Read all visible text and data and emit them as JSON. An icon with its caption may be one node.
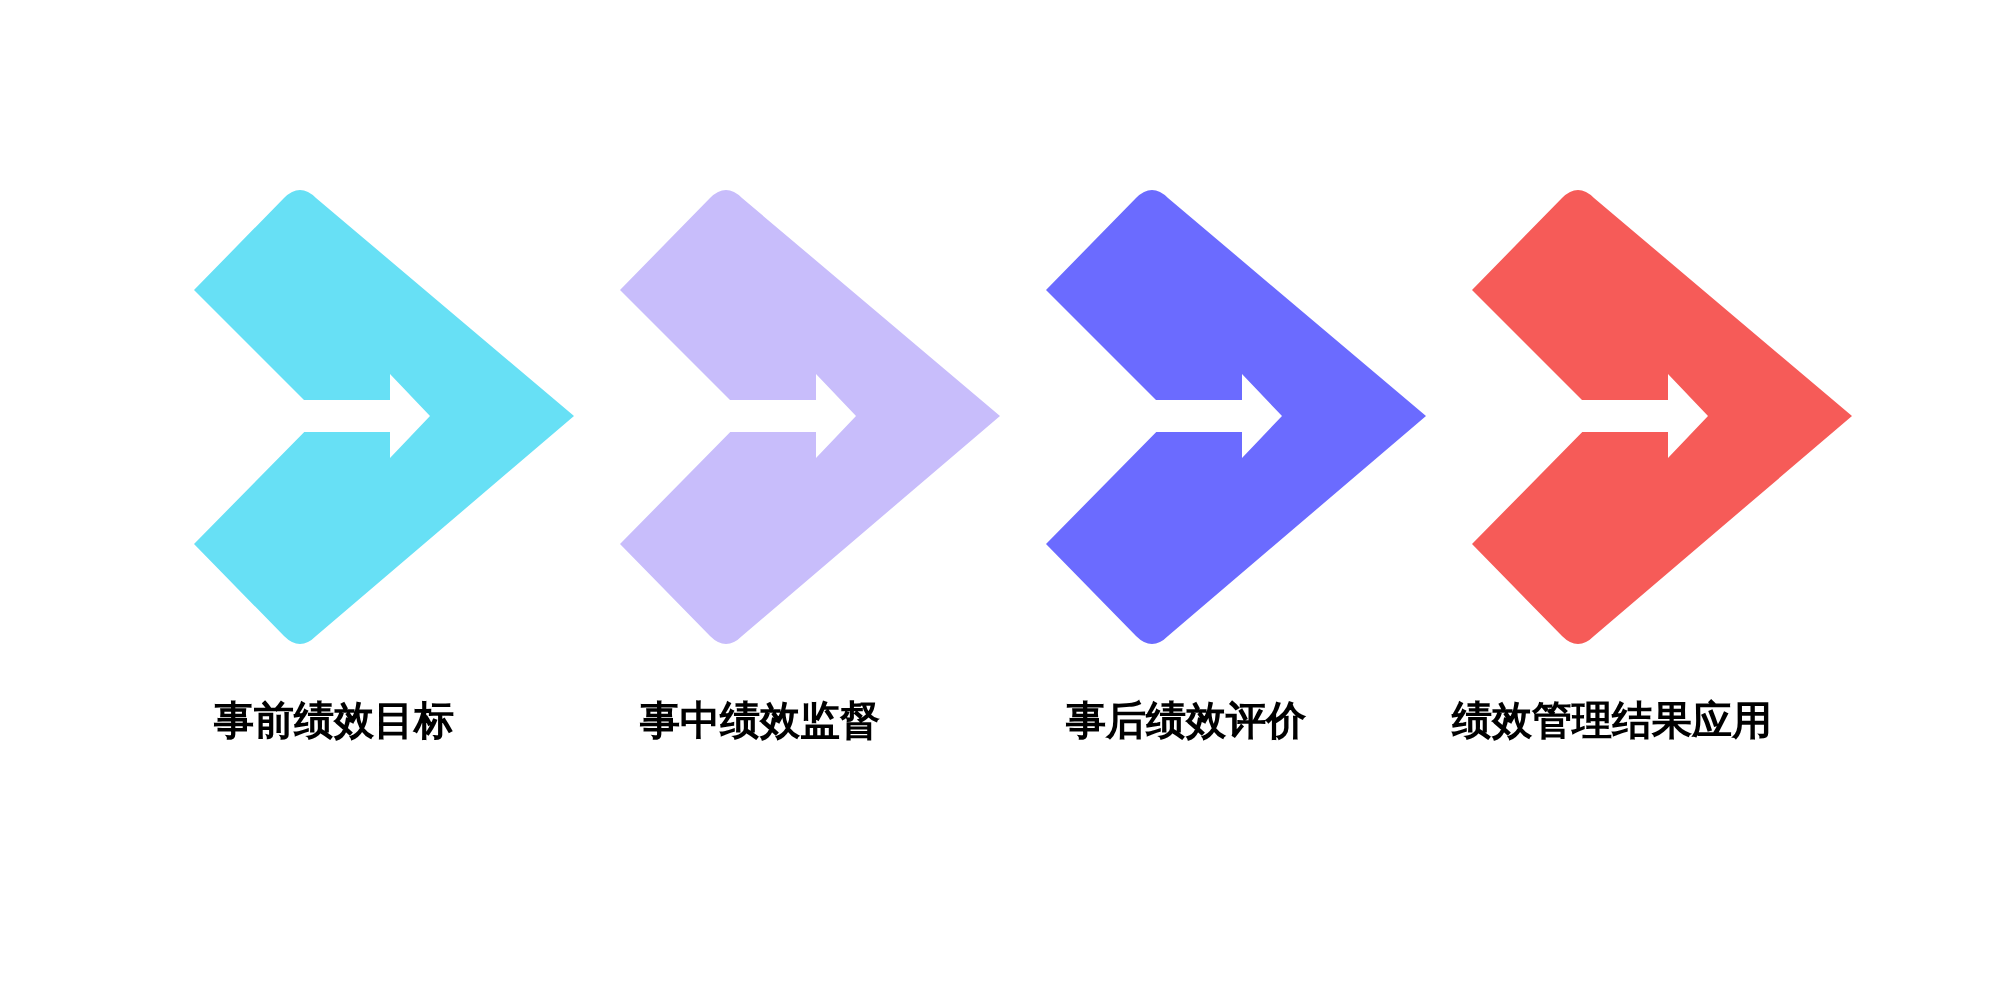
{
  "diagram": {
    "nodes": [
      {
        "text": [
          "事前绩效目标"
        ]
      },
      {
        "text": [
          "事中绩效监督"
        ]
      },
      {
        "text": [
          "事后绩效评价"
        ]
      },
      {
        "text": [
          "绩效管理结果应用"
        ]
      }
    ]
  }
}
